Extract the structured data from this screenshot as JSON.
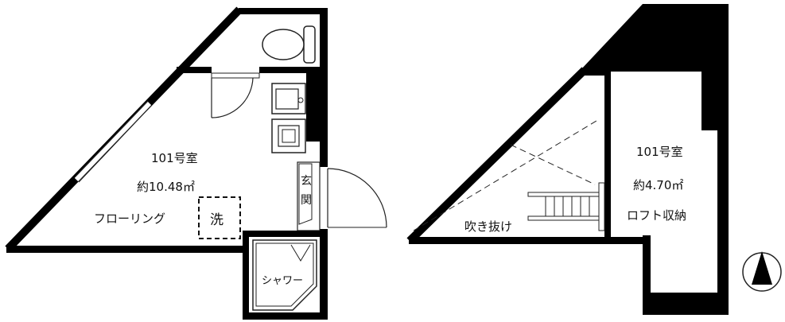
{
  "ground_floor": {
    "room_name": "101号室",
    "area": "約10.48㎡",
    "floor_type": "フローリング",
    "laundry": "洗",
    "entrance_1": "玄",
    "entrance_2": "関",
    "shower": "シャワー"
  },
  "loft_floor": {
    "room_name": "101号室",
    "area": "約4.70㎡",
    "loft_storage": "ロフト収納",
    "void": "吹き抜け"
  },
  "colors": {
    "wall": "#000000",
    "line": "#222222",
    "background": "#ffffff"
  },
  "icons": {
    "compass": "north-arrow-icon",
    "toilet": "toilet-icon",
    "sink": "sink-icon",
    "stove": "stove-icon",
    "ladder": "ladder-icon"
  }
}
